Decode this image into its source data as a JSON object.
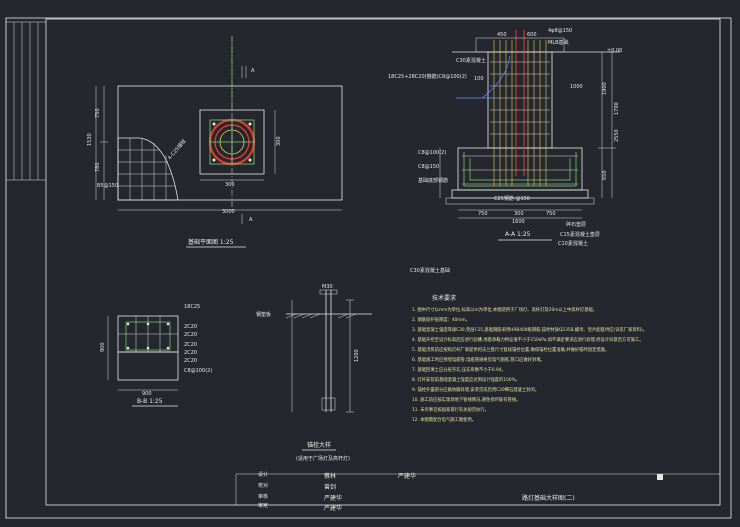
{
  "drawing": {
    "title_block_name": "路灯基础大样图(二)",
    "plan_view": {
      "title": "基础平面图  1:25",
      "dim_total_width": "3000",
      "dim_height_total": "1530",
      "dim_height_top": "750",
      "dim_height_bottom": "780",
      "dim_inner_width": "300",
      "dim_inner_height": "300",
      "dim_corner": "B5@150",
      "anchor_label": "4-C25锚栓",
      "section_mark": "A"
    },
    "section_aa": {
      "title": "A-A  1:25",
      "elevation": "±0.00",
      "dim_top_1": "450",
      "dim_top_2": "600",
      "dim_top_3": "4φ8@150",
      "dim_top_4": "MLB基础",
      "label_rebar_main": "18C25+28C20(箍筋)C8@100(2)",
      "label_c30": "C30素混凝土",
      "label_dim_100": "100",
      "label_right_1": "1700",
      "label_right_2": "1900",
      "label_right_3": "2550",
      "label_right_4": "650",
      "label_right_5": "1000",
      "label_bottom_width": "1600",
      "label_bottom_left": "750",
      "label_bottom_mid": "300",
      "label_bottom_right": "750",
      "label_bottom_slab": "C25钢筋 @150",
      "label_base_note": "C15素混凝土垫层",
      "label_left_1": "C8@100(2)",
      "label_left_2": "C8@150",
      "label_left_3": "基础底部钢筋",
      "label_gravel": "碎石垫层",
      "label_bottom_c10": "C10素混凝土"
    },
    "section_bb": {
      "title": "B-B  1:25",
      "dim_width": "900",
      "dim_height": "900",
      "labels": [
        "18C25",
        "2C20",
        "2C20",
        "2C20",
        "2C20",
        "2C20",
        "C8@100(2)"
      ]
    },
    "anchor_detail": {
      "title": "锚栓大样",
      "subtitle": "(适用于广场灯及高杆灯)",
      "dim_top": "M30",
      "dim_length": "1200"
    },
    "concrete_label": "C30素混凝土基础",
    "notes_title": "技术要求",
    "notes": [
      "1. 图中尺寸以mm为单位,标高以m为单位,本图适用于广场灯、高杆灯及20m以上中高杆灯基础。",
      "2. 钢筋保护层厚度：40mm。",
      "3. 基础混凝土强度等级C30,垫层C15,基础钢筋采用HRB400级钢筋,锚栓材质Q235B,螺母、垫片配套供应(详见厂家资料)。",
      "4. 基础开挖至设计标高后应进行验槽,地基承载力特征值不小于150kPa,如不满足要求应进行处理,经设计同意后方可施工。",
      "5. 基础浇筑前应按照灯杆厂家提供的法兰盘尺寸复核锚栓位置,确保锚栓位置准确,并做好临时固定措施。",
      "6. 基础施工时应预埋电缆管,电缆管规格见电气图纸,管口应做好封堵。",
      "7. 基础回填土应分层夯实,压实系数不小于0.94。",
      "8. 灯杆安装前基础混凝土强度应达到设计强度的100%。",
      "9. 锚栓外露部分应做防腐处理,安装完成后用C20细石混凝土封闭。",
      "10. 施工前应核实现场地下管线情况,避免损坏既有管线。",
      "11. 未尽事宜按国家现行有关规范执行。",
      "12. 本图需配合电气施工图使用。"
    ],
    "title_block": [
      {
        "role": "设计",
        "name": "蔡林"
      },
      {
        "role": "校对",
        "name": "曾剑"
      },
      {
        "role": "审核",
        "name": "严建华"
      },
      {
        "role": "审定",
        "name": "严建华"
      }
    ],
    "approval_right": "严建华"
  }
}
